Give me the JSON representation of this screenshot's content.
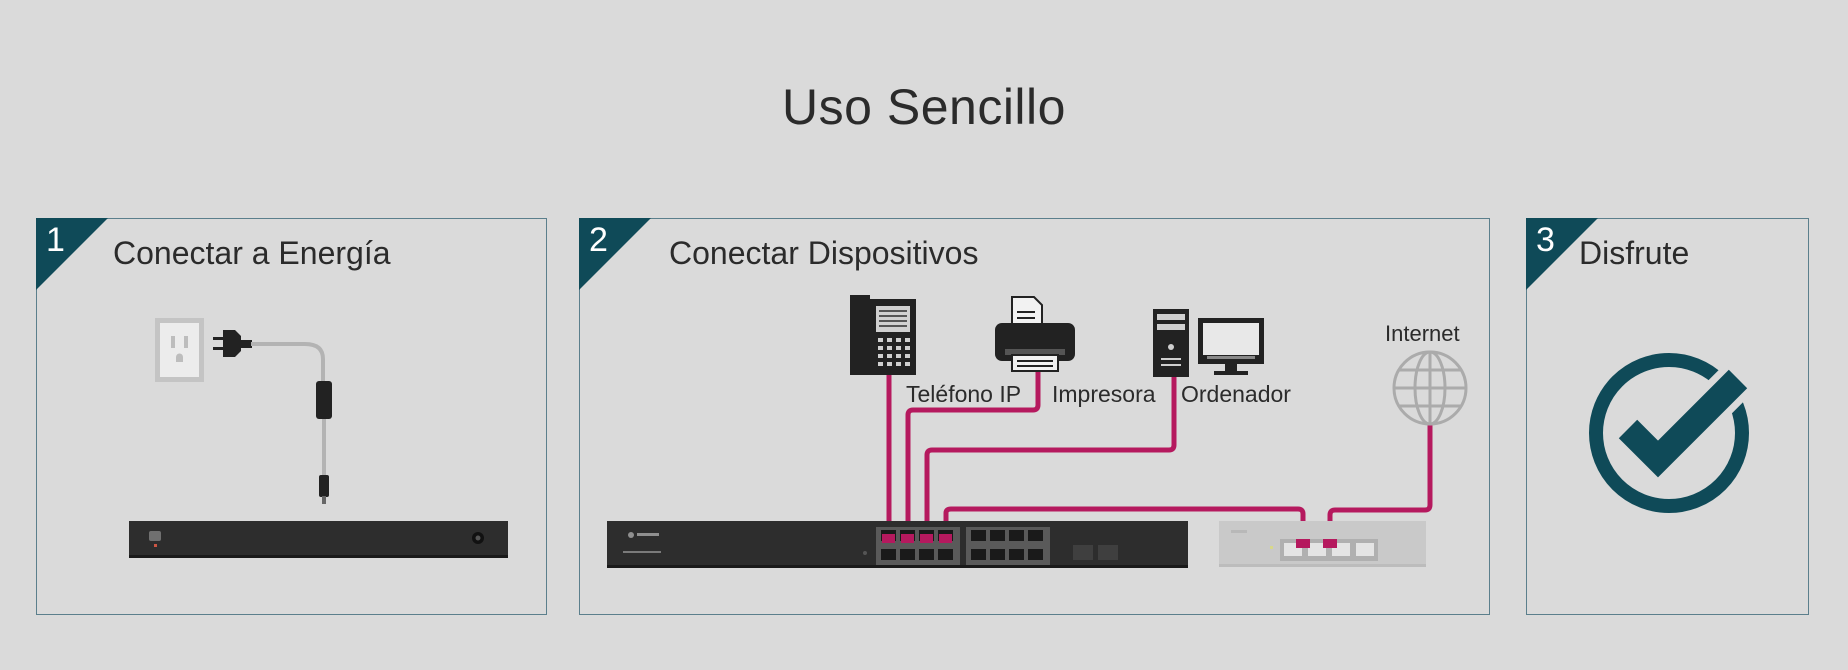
{
  "page": {
    "title": "Uso Sencillo"
  },
  "steps": [
    {
      "number": "1",
      "title": "Conectar a Energía"
    },
    {
      "number": "2",
      "title": "Conectar Dispositivos"
    },
    {
      "number": "3",
      "title": "Disfrute"
    }
  ],
  "devices": {
    "phone": "Teléfono IP",
    "printer": "Impresora",
    "computer": "Ordenador",
    "internet": "Internet"
  },
  "colors": {
    "accent": "#0f4a58",
    "cable": "#b5195e",
    "switch": "#2d2d2d",
    "background": "#dadada"
  }
}
